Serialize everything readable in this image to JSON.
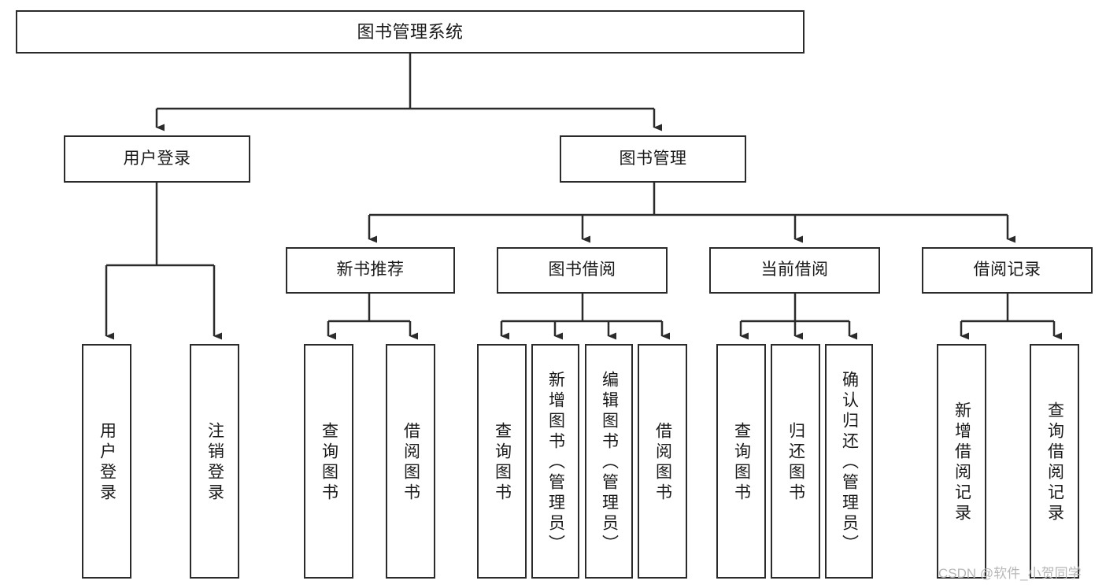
{
  "diagram": {
    "title": "图书管理系统",
    "type": "hierarchy-tree",
    "root": {
      "label": "图书管理系统"
    },
    "level2": [
      {
        "label": "用户登录"
      },
      {
        "label": "图书管理"
      }
    ],
    "level3": [
      {
        "label": "新书推荐"
      },
      {
        "label": "图书借阅"
      },
      {
        "label": "当前借阅"
      },
      {
        "label": "借阅记录"
      }
    ],
    "leaves": {
      "user_login": [
        {
          "label": "用户登录"
        },
        {
          "label": "注销登录"
        }
      ],
      "new_book": [
        {
          "label": "查询图书"
        },
        {
          "label": "借阅图书"
        }
      ],
      "borrow_book": [
        {
          "label": "查询图书"
        },
        {
          "label": "新增图书（管理员）"
        },
        {
          "label": "编辑图书（管理员）"
        },
        {
          "label": "借阅图书"
        }
      ],
      "current_borrow": [
        {
          "label": "查询图书"
        },
        {
          "label": "归还图书"
        },
        {
          "label": "确认归还（管理员）"
        }
      ],
      "borrow_record": [
        {
          "label": "新增借阅记录"
        },
        {
          "label": "查询借阅记录"
        }
      ]
    }
  },
  "watermark": {
    "text": "CSDN @软件_小贺同学"
  },
  "colors": {
    "stroke": "#2b2b2b",
    "background": "#ffffff",
    "text": "#1a1a1a",
    "watermark": "#b7b7b7"
  }
}
